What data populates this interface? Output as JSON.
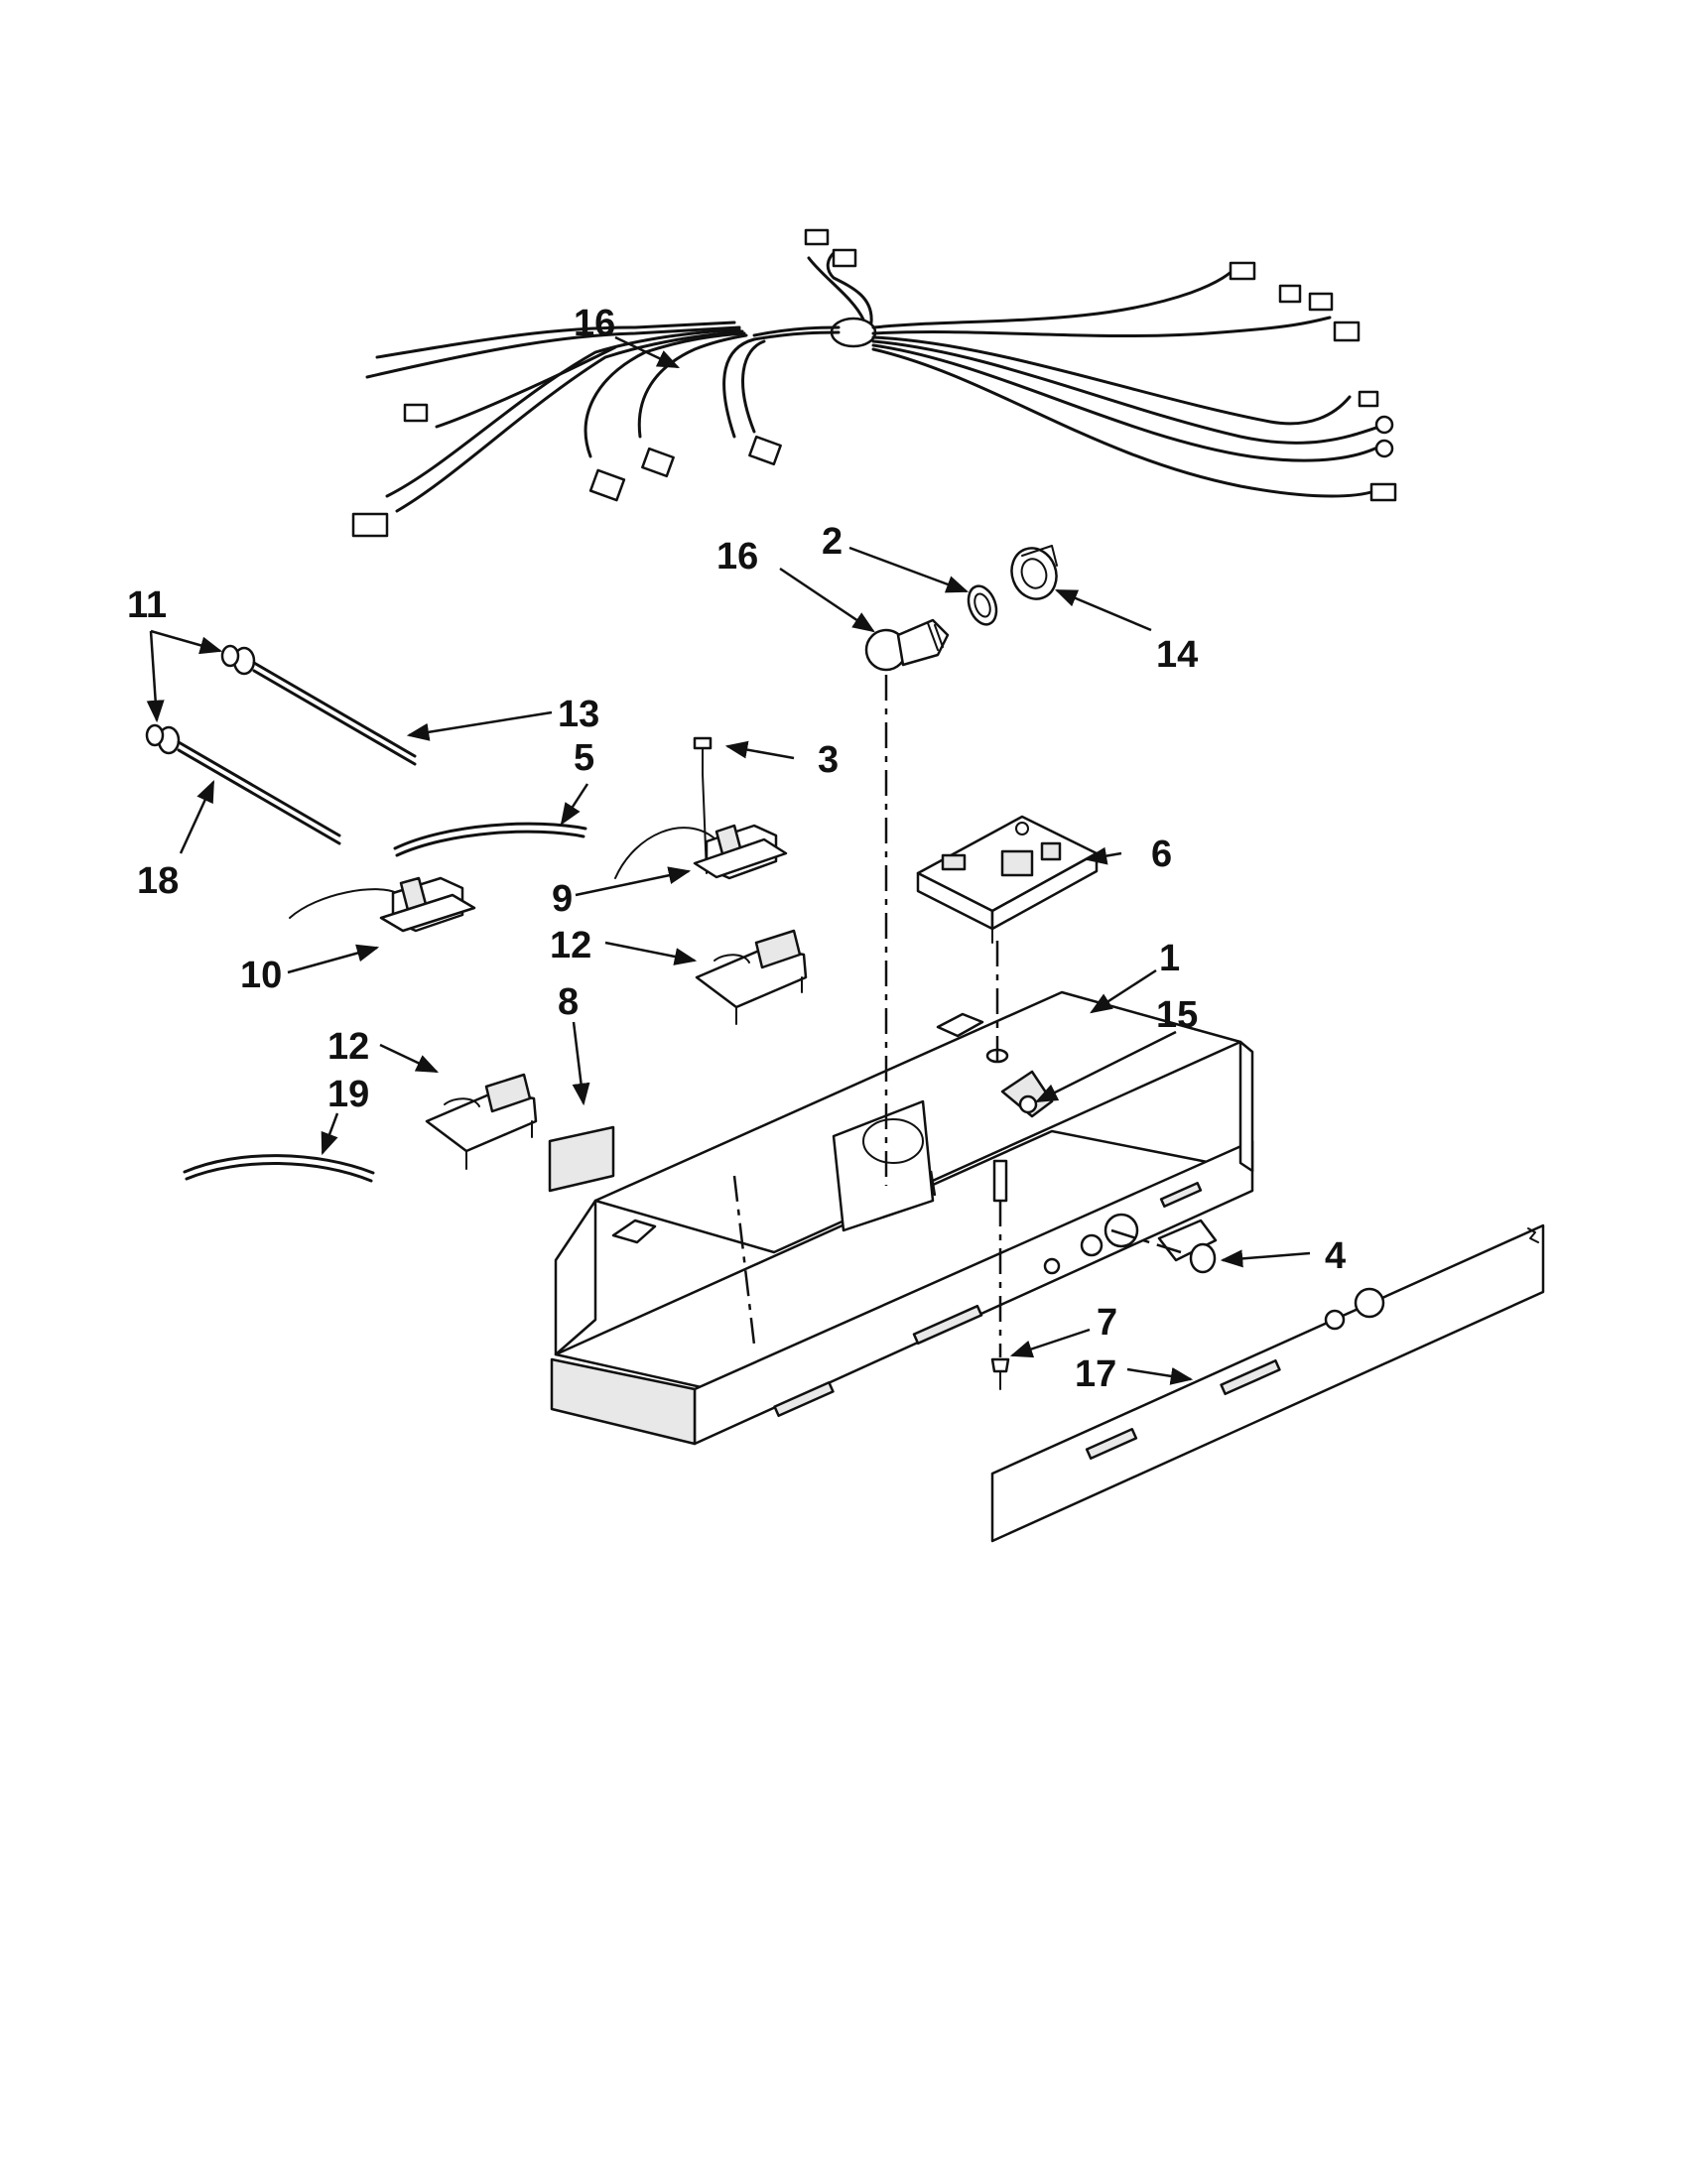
{
  "diagram": {
    "callouts": [
      {
        "id": "label-16-harness",
        "text": "16"
      },
      {
        "id": "label-2",
        "text": "2"
      },
      {
        "id": "label-16-bulb",
        "text": "16"
      },
      {
        "id": "label-14",
        "text": "14"
      },
      {
        "id": "label-11",
        "text": "11"
      },
      {
        "id": "label-13",
        "text": "13"
      },
      {
        "id": "label-3",
        "text": "3"
      },
      {
        "id": "label-5",
        "text": "5"
      },
      {
        "id": "label-18",
        "text": "18"
      },
      {
        "id": "label-6",
        "text": "6"
      },
      {
        "id": "label-9",
        "text": "9"
      },
      {
        "id": "label-12-upper",
        "text": "12"
      },
      {
        "id": "label-10",
        "text": "10"
      },
      {
        "id": "label-1",
        "text": "1"
      },
      {
        "id": "label-8",
        "text": "8"
      },
      {
        "id": "label-15",
        "text": "15"
      },
      {
        "id": "label-12-lower",
        "text": "12"
      },
      {
        "id": "label-19",
        "text": "19"
      },
      {
        "id": "label-4",
        "text": "4"
      },
      {
        "id": "label-7",
        "text": "7"
      },
      {
        "id": "label-17",
        "text": "17"
      }
    ]
  }
}
